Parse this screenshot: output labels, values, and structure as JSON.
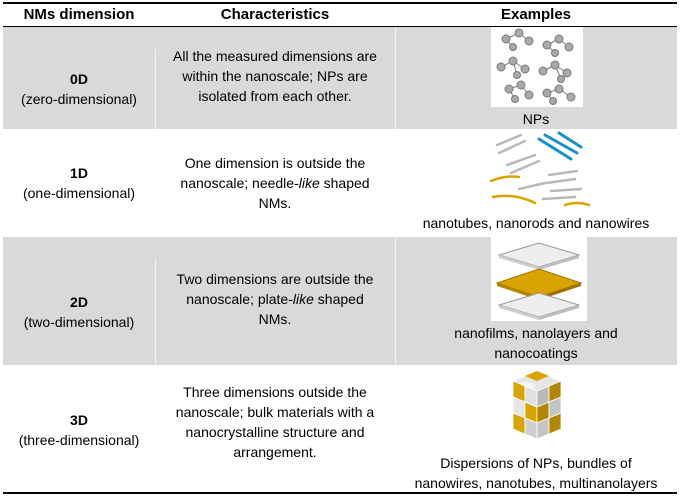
{
  "headers": {
    "col1": "NMs dimension",
    "col2": "Characteristics",
    "col3": "Examples"
  },
  "rows": [
    {
      "title": "0D",
      "subtitle": "(zero-dimensional)",
      "characteristics_lines": [
        "All the measured dimensions are",
        "within the nanoscale; NPs are",
        "isolated from each other."
      ],
      "example": [
        "NPs"
      ]
    },
    {
      "title": "1D",
      "subtitle": "(one-dimensional)",
      "characteristics_lines": [
        "One dimension is outside the",
        "nanoscale; needle-",
        "like",
        " shaped",
        "NMs."
      ],
      "example": [
        "nanotubes, nanorods and nanowires"
      ]
    },
    {
      "title": "2D",
      "subtitle": "(two-dimensional)",
      "characteristics_lines": [
        "Two dimensions are outside the",
        "nanoscale; plate-",
        "like",
        " shaped",
        "NMs."
      ],
      "example": [
        "nanofilms, nanolayers and",
        "nanocoatings"
      ]
    },
    {
      "title": "3D",
      "subtitle": "(three-dimensional)",
      "characteristics_lines": [
        "Three dimensions outside the",
        "nanoscale; bulk materials with a",
        "nanocrystalline structure and",
        "arrangement."
      ],
      "example": [
        "Dispersions of NPs, bundles of",
        "nanowires, nanotubes, multinanolayers"
      ]
    }
  ],
  "colors": {
    "shade": "#d9d9d9",
    "gold": "#d9a400",
    "blue": "#1a8fd0",
    "grey": "#8c8c8c"
  }
}
